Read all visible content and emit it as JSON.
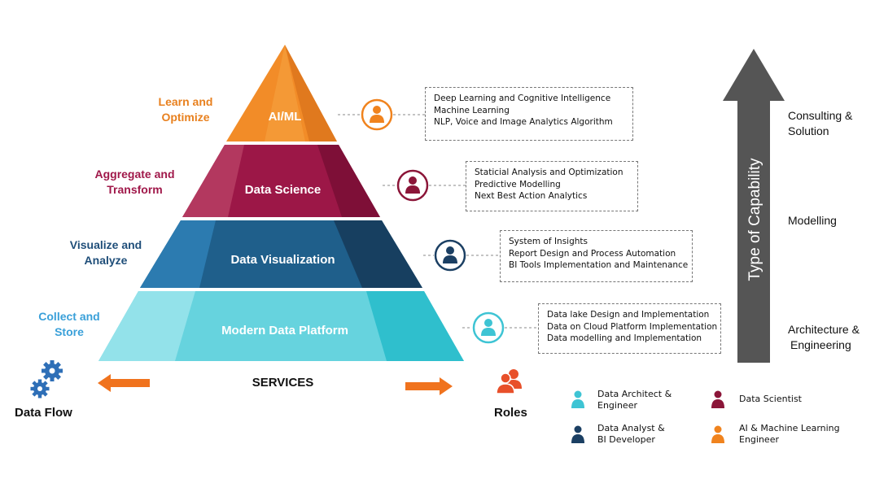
{
  "layers": [
    {
      "name": "AI/ML",
      "phase": "Learn and Optimize",
      "phase_lines": [
        "Learn and",
        "Optimize"
      ],
      "color": "#f0831e",
      "items": [
        "Deep Learning and Cognitive Intelligence",
        "Machine Learning",
        "NLP, Voice and Image Analytics Algorithm"
      ]
    },
    {
      "name": "Data Science",
      "phase": "Aggregate and Transform",
      "phase_lines": [
        "Aggregate and",
        "Transform"
      ],
      "color": "#a0184a",
      "items": [
        "Staticial Analysis and Optimization",
        "Predictive Modelling",
        "Next Best Action Analytics"
      ]
    },
    {
      "name": "Data Visualization",
      "phase": "Visualize and Analyze",
      "phase_lines": [
        "Visualize and",
        "Analyze"
      ],
      "color": "#1f4e79",
      "items": [
        "System of Insights",
        "Report Design and Process Automation",
        "BI Tools Implementation and Maintenance"
      ]
    },
    {
      "name": "Modern Data Platform",
      "phase": "Collect and Store",
      "phase_lines": [
        "Collect and",
        "Store"
      ],
      "color": "#3ec4d4",
      "items": [
        "Data lake Design and Implementation",
        "Data on Cloud Platform Implementation",
        "Data modelling and Implementation"
      ]
    }
  ],
  "services_label": "SERVICES",
  "data_flow_label": "Data Flow",
  "roles_label": "Roles",
  "capability": {
    "axis_label": "Type of Capability",
    "levels": [
      {
        "lines": [
          "Consulting &",
          "Solution"
        ]
      },
      {
        "lines": [
          "Modelling"
        ]
      },
      {
        "lines": [
          "Architecture &",
          "Engineering"
        ]
      }
    ]
  },
  "legend": [
    {
      "lines": [
        "Data Architect &",
        "Engineer"
      ],
      "color": "#3ec4d4",
      "icon": "person-icon"
    },
    {
      "lines": [
        "Data Scientist"
      ],
      "color": "#8b1538",
      "icon": "person-icon"
    },
    {
      "lines": [
        "Data Analyst &",
        "BI Developer"
      ],
      "color": "#1b3f63",
      "icon": "person-icon"
    },
    {
      "lines": [
        "AI & Machine Learning",
        "Engineer"
      ],
      "color": "#f0831e",
      "icon": "person-icon"
    }
  ],
  "colors": {
    "arrow_orange": "#f0731e",
    "gear_blue": "#2e6fb7",
    "capability_arrow": "#555555"
  }
}
